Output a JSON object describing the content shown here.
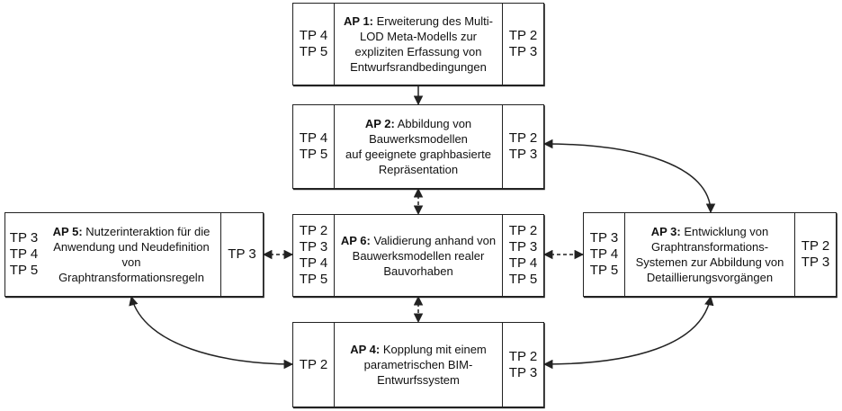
{
  "boxes": {
    "ap1": {
      "label": "AP 1:",
      "text_lines": [
        "Erweiterung des Multi-",
        "LOD Meta-Modells zur",
        "expliziten Erfassung von",
        "Entwurfsrandbedingungen"
      ],
      "inputs": [
        "TP 4",
        "TP 5"
      ],
      "outputs": [
        "TP 2",
        "TP 3"
      ]
    },
    "ap2": {
      "label": "AP 2:",
      "text_lines": [
        "Abbildung von",
        "Bauwerksmodellen",
        "auf geeignete graphbasierte",
        "Repräsentation"
      ],
      "inputs": [
        "TP 4",
        "TP 5"
      ],
      "outputs": [
        "TP 2",
        "TP 3"
      ]
    },
    "ap3": {
      "label": "AP 3:",
      "text_lines": [
        "Entwicklung von",
        "Graphtransformations-",
        "Systemen zur Abbildung von",
        "Detaillierungsvorgängen"
      ],
      "inputs": [
        "TP 3",
        "TP 4",
        "TP 5"
      ],
      "outputs": [
        "TP 2",
        "TP 3"
      ]
    },
    "ap4": {
      "label": "AP 4:",
      "text_lines": [
        "Kopplung mit einem",
        "parametrischen BIM-",
        "Entwurfssystem"
      ],
      "inputs": [
        "TP 2"
      ],
      "outputs": [
        "TP 2",
        "TP 3"
      ]
    },
    "ap5": {
      "label": "AP 5:",
      "text_lines": [
        "Nutzerinteraktion für die",
        "Anwendung und Neudefinition",
        "von",
        "Graphtransformationsregeln"
      ],
      "inputs": [
        "TP 3",
        "TP 4",
        "TP 5"
      ],
      "outputs": [
        "TP 3"
      ]
    },
    "ap6": {
      "label": "AP 6:",
      "text_lines": [
        "Validierung anhand von",
        "Bauwerksmodellen realer",
        "Bauvorhaben"
      ],
      "inputs": [
        "TP 2",
        "TP 3",
        "TP 4",
        "TP 5"
      ],
      "outputs": [
        "TP 2",
        "TP 3",
        "TP 4",
        "TP 5"
      ]
    }
  },
  "colors": {
    "line": "#222222",
    "background": "#ffffff"
  }
}
